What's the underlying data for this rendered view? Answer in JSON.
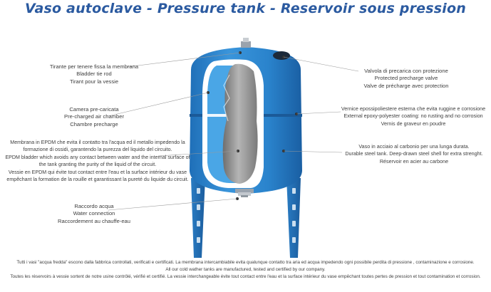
{
  "title": "Vaso autoclave - Pressure tank - Reservoir sous pression",
  "labels": {
    "tie_rod": [
      "Tirante per tenere fissa la membrana",
      "Bladder tie rod",
      "Tirant pour la vessie"
    ],
    "air_chamber": [
      "Camera pre-caricata",
      "Pre-charged air chamber",
      "Chambre precharge"
    ],
    "bladder": [
      "Membrana in EPDM che evita il contatto tra l'acqua ed il metallo impedendo la",
      "formazione di ossidi, garantendo la purezza del liquido del circuito.",
      "EPDM bladder which avoids any contact between water and the internal surface of",
      "the tank granting the purity of the liquid of the circuit.",
      "Vessie en EPDM qui évite tout contact entre l'eau et la surface intérieur du vase",
      "empêchant la formation de la rouille et garantissant la pureté du liquide du circuit."
    ],
    "water_connection": [
      "Raccordo acqua",
      "Water connection",
      "Raccordement au chauffe-eau"
    ],
    "valve": [
      "Valvola di precarica con protezione",
      "Protected precharge valve",
      "Valve de précharge avec protection"
    ],
    "coating": [
      "Vernice epossipoliestere esterna che evita ruggine e corrosione",
      "External epoxy-polyester coating: no rusting and no corrosion",
      "Vernis de graveur en poudre"
    ],
    "steel": [
      "Vaso in acciaio al carbonio per una lunga durata.",
      "Durable steel tank. Deep-drawn steel shell for extra strenght.",
      "Réservoir en acier au carbone"
    ]
  },
  "footer": [
    "Tutti i vasi \"acqua fredda\" escono dalla fabbrica controllati, verificati e certificati. La membrana intercambiabile evita qualunque contatto tra aria ed acqua impedendo ogni possibile perdita di pressione , contaminazione e corrosione.",
    "All our cold wather tanks are manufactured, tested and certified by our company.",
    "Toutes les réservoirs à vessie sortent de notre usine contrôlé, vérifié et certifié. La vessie interchangeable évite tout contact entre l'eau et la surface intérieur du vase empêchant toutes pertes de pression et tout  contamination et corrosion."
  ],
  "colors": {
    "title": "#2b5aa0",
    "tank_blue": "#2f86cf",
    "tank_light": "#56b0e8",
    "bladder_grey": "#8c8c8c"
  }
}
